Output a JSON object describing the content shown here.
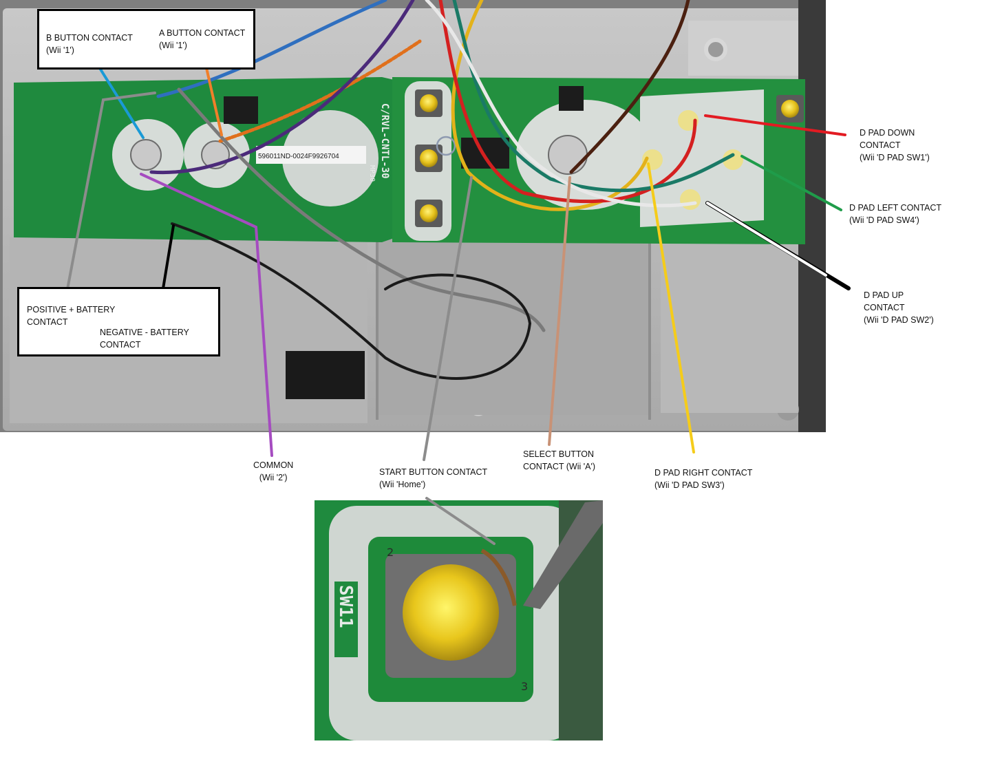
{
  "board": {
    "label_number": "596011ND-0024F9926704",
    "silkscreen_model": "C/RVL-CNTL-30",
    "silkscreen_mp": "MP30",
    "sw_label_start": "SW11",
    "inset_sw_label": "SW11",
    "inset_pin_2": "2",
    "inset_pin_3": "3"
  },
  "labels": {
    "b_button": {
      "line1": "B BUTTON CONTACT",
      "line2": "(Wii '1')"
    },
    "a_button": {
      "line1": "A BUTTON CONTACT",
      "line2": "(Wii '1')"
    },
    "positive_battery": {
      "line1": "POSITIVE + BATTERY",
      "line2": "CONTACT"
    },
    "negative_battery": {
      "line1": "NEGATIVE - BATTERY",
      "line2": "CONTACT"
    },
    "common": {
      "line1": "COMMON",
      "line2": "(Wii '2')"
    },
    "start_button": {
      "line1": "START BUTTON CONTACT",
      "line2": "(Wii 'Home')"
    },
    "select_button": {
      "line1": "SELECT BUTTON",
      "line2": "CONTACT (Wii 'A')"
    },
    "dpad_right": {
      "line1": "D PAD RIGHT CONTACT",
      "line2": "(Wii 'D PAD SW3')"
    },
    "dpad_down": {
      "line1": "D PAD DOWN",
      "line2": "CONTACT",
      "line3": "(Wii 'D PAD SW1')"
    },
    "dpad_left": {
      "line1": "D PAD LEFT CONTACT",
      "line2": "(Wii 'D PAD SW4')"
    },
    "dpad_up": {
      "line1": "D PAD UP",
      "line2": "CONTACT",
      "line3": "(Wii 'D PAD SW2')"
    }
  },
  "colors": {
    "b_button": "#1a9ad6",
    "a_button": "#f07f2a",
    "positive_battery": "#8c8c8c",
    "negative_battery": "#000000",
    "common": "#a54cc0",
    "start_button": "#8c8c8c",
    "select_button": "#c89276",
    "dpad_right": "#f5cc1a",
    "dpad_down": "#e21b22",
    "dpad_left": "#1f9c4a",
    "dpad_up": "#ffffff",
    "pcb": "#1f8a3e",
    "case": "#bdbdbd"
  }
}
